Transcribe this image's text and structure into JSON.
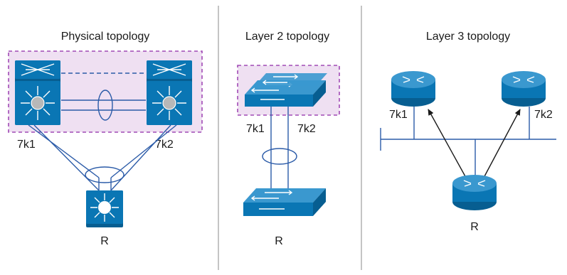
{
  "panels": {
    "physical": {
      "title": "Physical topology",
      "nodes": {
        "left": "7k1",
        "right": "7k2",
        "bottom": "R"
      }
    },
    "layer2": {
      "title": "Layer 2 topology",
      "nodes": {
        "left": "7k1",
        "right": "7k2",
        "bottom": "R"
      }
    },
    "layer3": {
      "title": "Layer 3 topology",
      "nodes": {
        "left": "7k1",
        "right": "7k2",
        "bottom": "R"
      }
    }
  },
  "colors": {
    "device_blue": "#0a76b4",
    "link_blue": "#2b5ba8",
    "vpc_zone_fill": "#efe0f2",
    "vpc_zone_border": "#a14ab5"
  },
  "icons": {
    "core_switch": "nexus-switch-icon",
    "l3_switch": "multilayer-switch-icon",
    "l2_switch": "workgroup-switch-icon",
    "router": "router-icon"
  }
}
